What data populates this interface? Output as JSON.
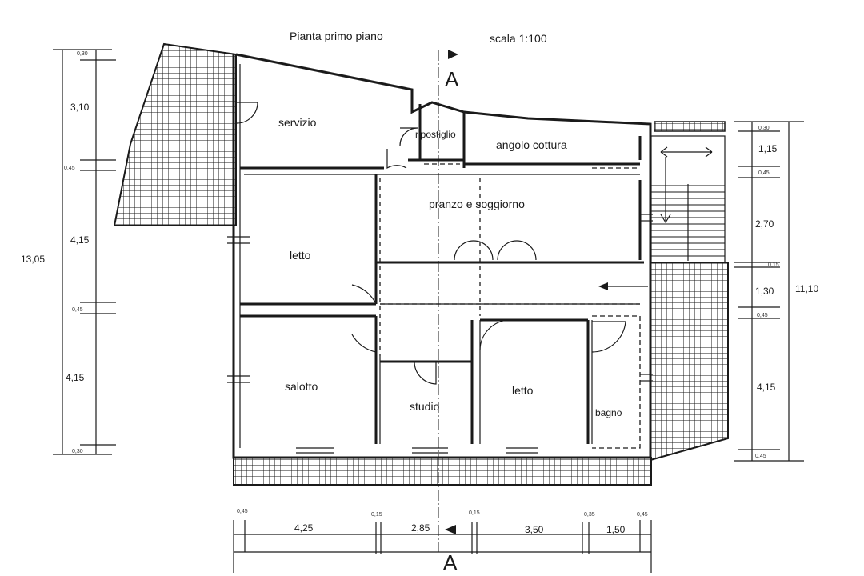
{
  "header": {
    "title": "Pianta primo piano",
    "scale": "scala 1:100"
  },
  "section_marker": "A",
  "rooms": {
    "servizio": "servizio",
    "ripostiglio": "ripostiglio",
    "angolo_cottura": "angolo cottura",
    "pranzo_soggiorno": "pranzo e soggiorno",
    "letto_1": "letto",
    "salotto": "salotto",
    "studio": "studio",
    "letto_2": "letto",
    "bagno": "bagno"
  },
  "left_dimensions": {
    "total": "13,05",
    "segments": [
      "3,10",
      "4,15",
      "4,15"
    ],
    "small": [
      "0,30",
      "0,45",
      "0,45",
      "0,30"
    ]
  },
  "right_dimensions": {
    "total": "11,10",
    "segments": [
      "1,15",
      "2,70",
      "1,30",
      "4,15"
    ],
    "small": [
      "0,30",
      "0,45",
      "0,15",
      "0,45",
      "0,45"
    ]
  },
  "bottom_dimensions": {
    "segments": [
      "4,25",
      "2,85",
      "3,50",
      "1,50"
    ],
    "small": [
      "0,45",
      "0,15",
      "0,15",
      "0,35",
      "0,45"
    ]
  },
  "colors": {
    "ink": "#1a1a1a",
    "paper": "#ffffff"
  }
}
